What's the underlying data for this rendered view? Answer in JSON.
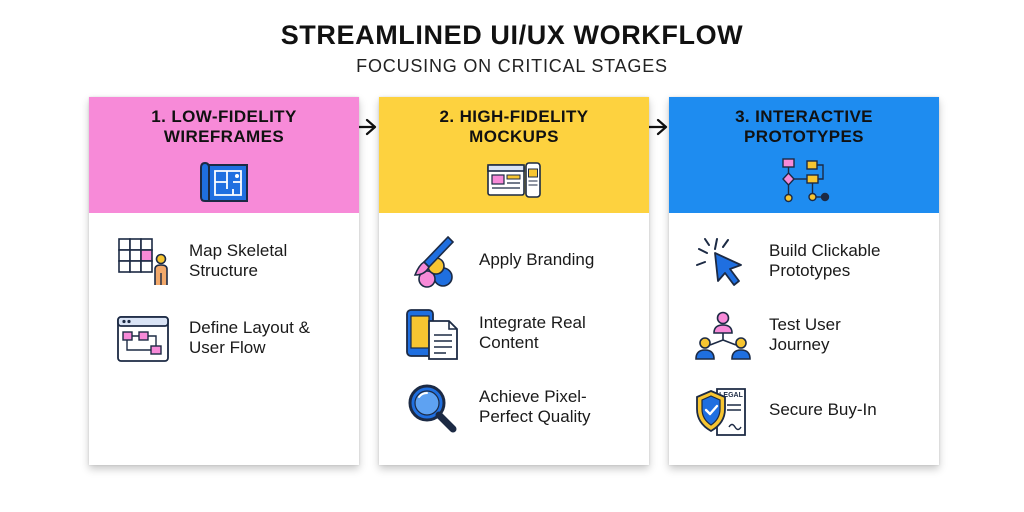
{
  "title": "STREAMLINED UI/UX WORKFLOW",
  "subtitle": "FOCUSING ON CRITICAL STAGES",
  "colors": {
    "stage1_header": "#f78ad8",
    "stage2_header": "#fdd23f",
    "stage3_header": "#1e8cf0",
    "icon_blue": "#1f6fe0",
    "icon_yellow": "#f7c531",
    "icon_pink": "#f78ad8",
    "outline": "#1c2a44"
  },
  "stages": [
    {
      "title_line1": "1. LOW-FIDELITY",
      "title_line2": "WIREFRAMES",
      "icon": "blueprint-icon",
      "items": [
        {
          "line1": "Map Skeletal",
          "line2": "Structure",
          "icon": "grid-person-icon"
        },
        {
          "line1": "Define Layout &",
          "line2": "User Flow",
          "icon": "flowchart-window-icon"
        }
      ]
    },
    {
      "title_line1": "2. HIGH-FIDELITY",
      "title_line2": "MOCKUPS",
      "icon": "devices-icon",
      "items": [
        {
          "line1": "Apply Branding",
          "line2": "",
          "icon": "paintbrush-icon"
        },
        {
          "line1": "Integrate Real",
          "line2": "Content",
          "icon": "phone-document-icon"
        },
        {
          "line1": "Achieve Pixel-",
          "line2": "Perfect Quality",
          "icon": "magnifier-icon"
        }
      ]
    },
    {
      "title_line1": "3. INTERACTIVE",
      "title_line2": "PROTOTYPES",
      "icon": "flow-diagram-icon",
      "items": [
        {
          "line1": "Build Clickable",
          "line2": "Prototypes",
          "icon": "cursor-click-icon"
        },
        {
          "line1": "Test User",
          "line2": "Journey",
          "icon": "user-network-icon"
        },
        {
          "line1": "Secure Buy-In",
          "line2": "",
          "icon": "shield-legal-icon",
          "icon_text": "LEGAL"
        }
      ]
    }
  ]
}
